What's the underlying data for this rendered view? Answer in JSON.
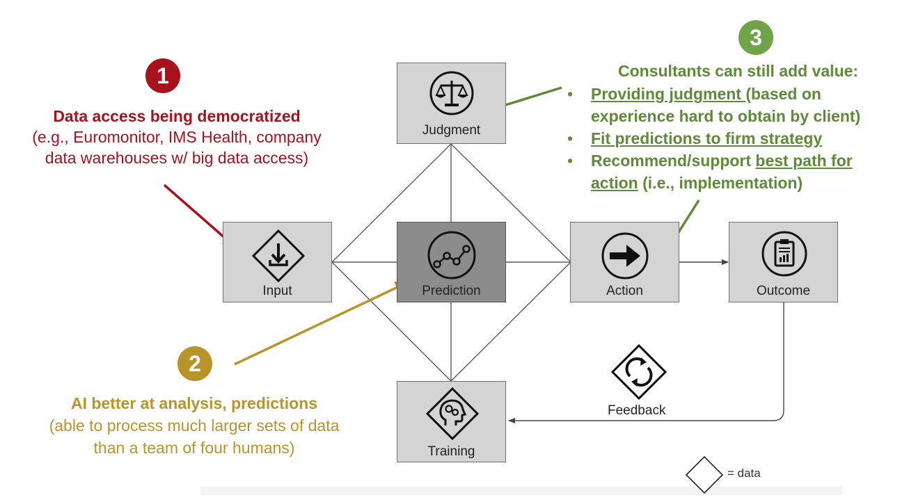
{
  "nodes": {
    "judgment": {
      "label": "Judgment",
      "icon": "scales-icon"
    },
    "input": {
      "label": "Input",
      "icon": "download-diamond-icon"
    },
    "prediction": {
      "label": "Prediction",
      "icon": "trend-line-icon"
    },
    "action": {
      "label": "Action",
      "icon": "arrow-right-circle-icon"
    },
    "outcome": {
      "label": "Outcome",
      "icon": "clipboard-chart-icon"
    },
    "training": {
      "label": "Training",
      "icon": "head-gears-diamond-icon"
    },
    "feedback": {
      "label": "Feedback",
      "icon": "cycle-arrows-diamond-icon"
    }
  },
  "legend": {
    "text": "= data"
  },
  "callout1": {
    "number": "1",
    "heading": "Data access being democratized",
    "line1": "(e.g., Euromonitor, IMS Health, company",
    "line2": "data warehouses w/ big data access)",
    "color": "#a7121d"
  },
  "callout2": {
    "number": "2",
    "heading": "AI better at analysis, predictions",
    "line1": "(able to process much larger sets of data",
    "line2": "than a team of four humans)",
    "color": "#b8942a"
  },
  "callout3": {
    "number": "3",
    "heading": "Consultants can still add value:",
    "bullet": "•",
    "b1_underlined": "Providing judgment ",
    "b1_rest": "(based on",
    "b1_line2": "experience hard to obtain by client)",
    "b2_underlined": "Fit predictions to firm strategy",
    "b3_plain": "Recommend/support ",
    "b3_underlined1": "best path for",
    "b3_underlined2": "action",
    "b3_rest": " (i.e., implementation)",
    "color": "#5e8a3a"
  }
}
